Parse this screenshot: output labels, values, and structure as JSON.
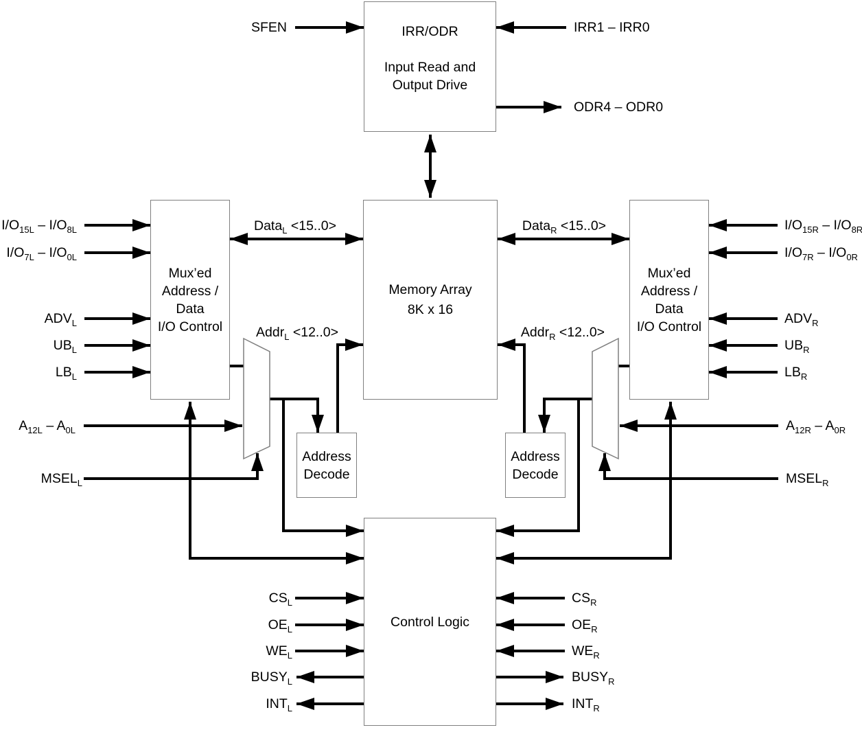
{
  "colors": {
    "wire": "#000000",
    "box_border": "#7f7f7f",
    "background": "#ffffff"
  },
  "blocks": {
    "irr_odr": {
      "line1": "IRR/ODR",
      "line2": "Input Read and",
      "line3": "Output Drive"
    },
    "memory": {
      "line1": "Memory Array",
      "line2": "8K x 16"
    },
    "mux_io": {
      "line1": "Mux’ed",
      "line2": "Address /",
      "line3": "Data",
      "line4": "I/O Control"
    },
    "addr_decode": {
      "line1": "Address",
      "line2": "Decode"
    },
    "control": {
      "line1": "Control Logic"
    }
  },
  "labels": {
    "sfen": "SFEN",
    "irr": "IRR1 – IRR0",
    "odr": "ODR4 – ODR0",
    "data_l": "Data~L~ <15..0>",
    "data_r": "Data~R~ <15..0>",
    "addr_l": "Addr~L~ <12..0>",
    "addr_r": "Addr~R~ <12..0>",
    "io_15_8_l": "I/O~15L~ – I/O~8L~",
    "io_7_0_l": "I/O~7L~ – I/O~0L~",
    "adv_l": "ADV~L~",
    "ub_l": "UB~L~",
    "lb_l": "LB~L~",
    "a_l": "A~12L~ – A~0L~",
    "msel_l": "MSEL~L~",
    "io_15_8_r": "I/O~15R~ – I/O~8R~",
    "io_7_0_r": "I/O~7R~ – I/O~0R~",
    "adv_r": "ADV~R~",
    "ub_r": "UB~R~",
    "lb_r": "LB~R~",
    "a_r": "A~12R~ – A~0R~",
    "msel_r": "MSEL~R~",
    "cs_l": "CS~L~",
    "oe_l": "OE~L~",
    "we_l": "WE~L~",
    "busy_l": "BUSY~L~",
    "int_l": "INT~L~",
    "cs_r": "CS~R~",
    "oe_r": "OE~R~",
    "we_r": "WE~R~",
    "busy_r": "BUSY~R~",
    "int_r": "INT~R~"
  }
}
